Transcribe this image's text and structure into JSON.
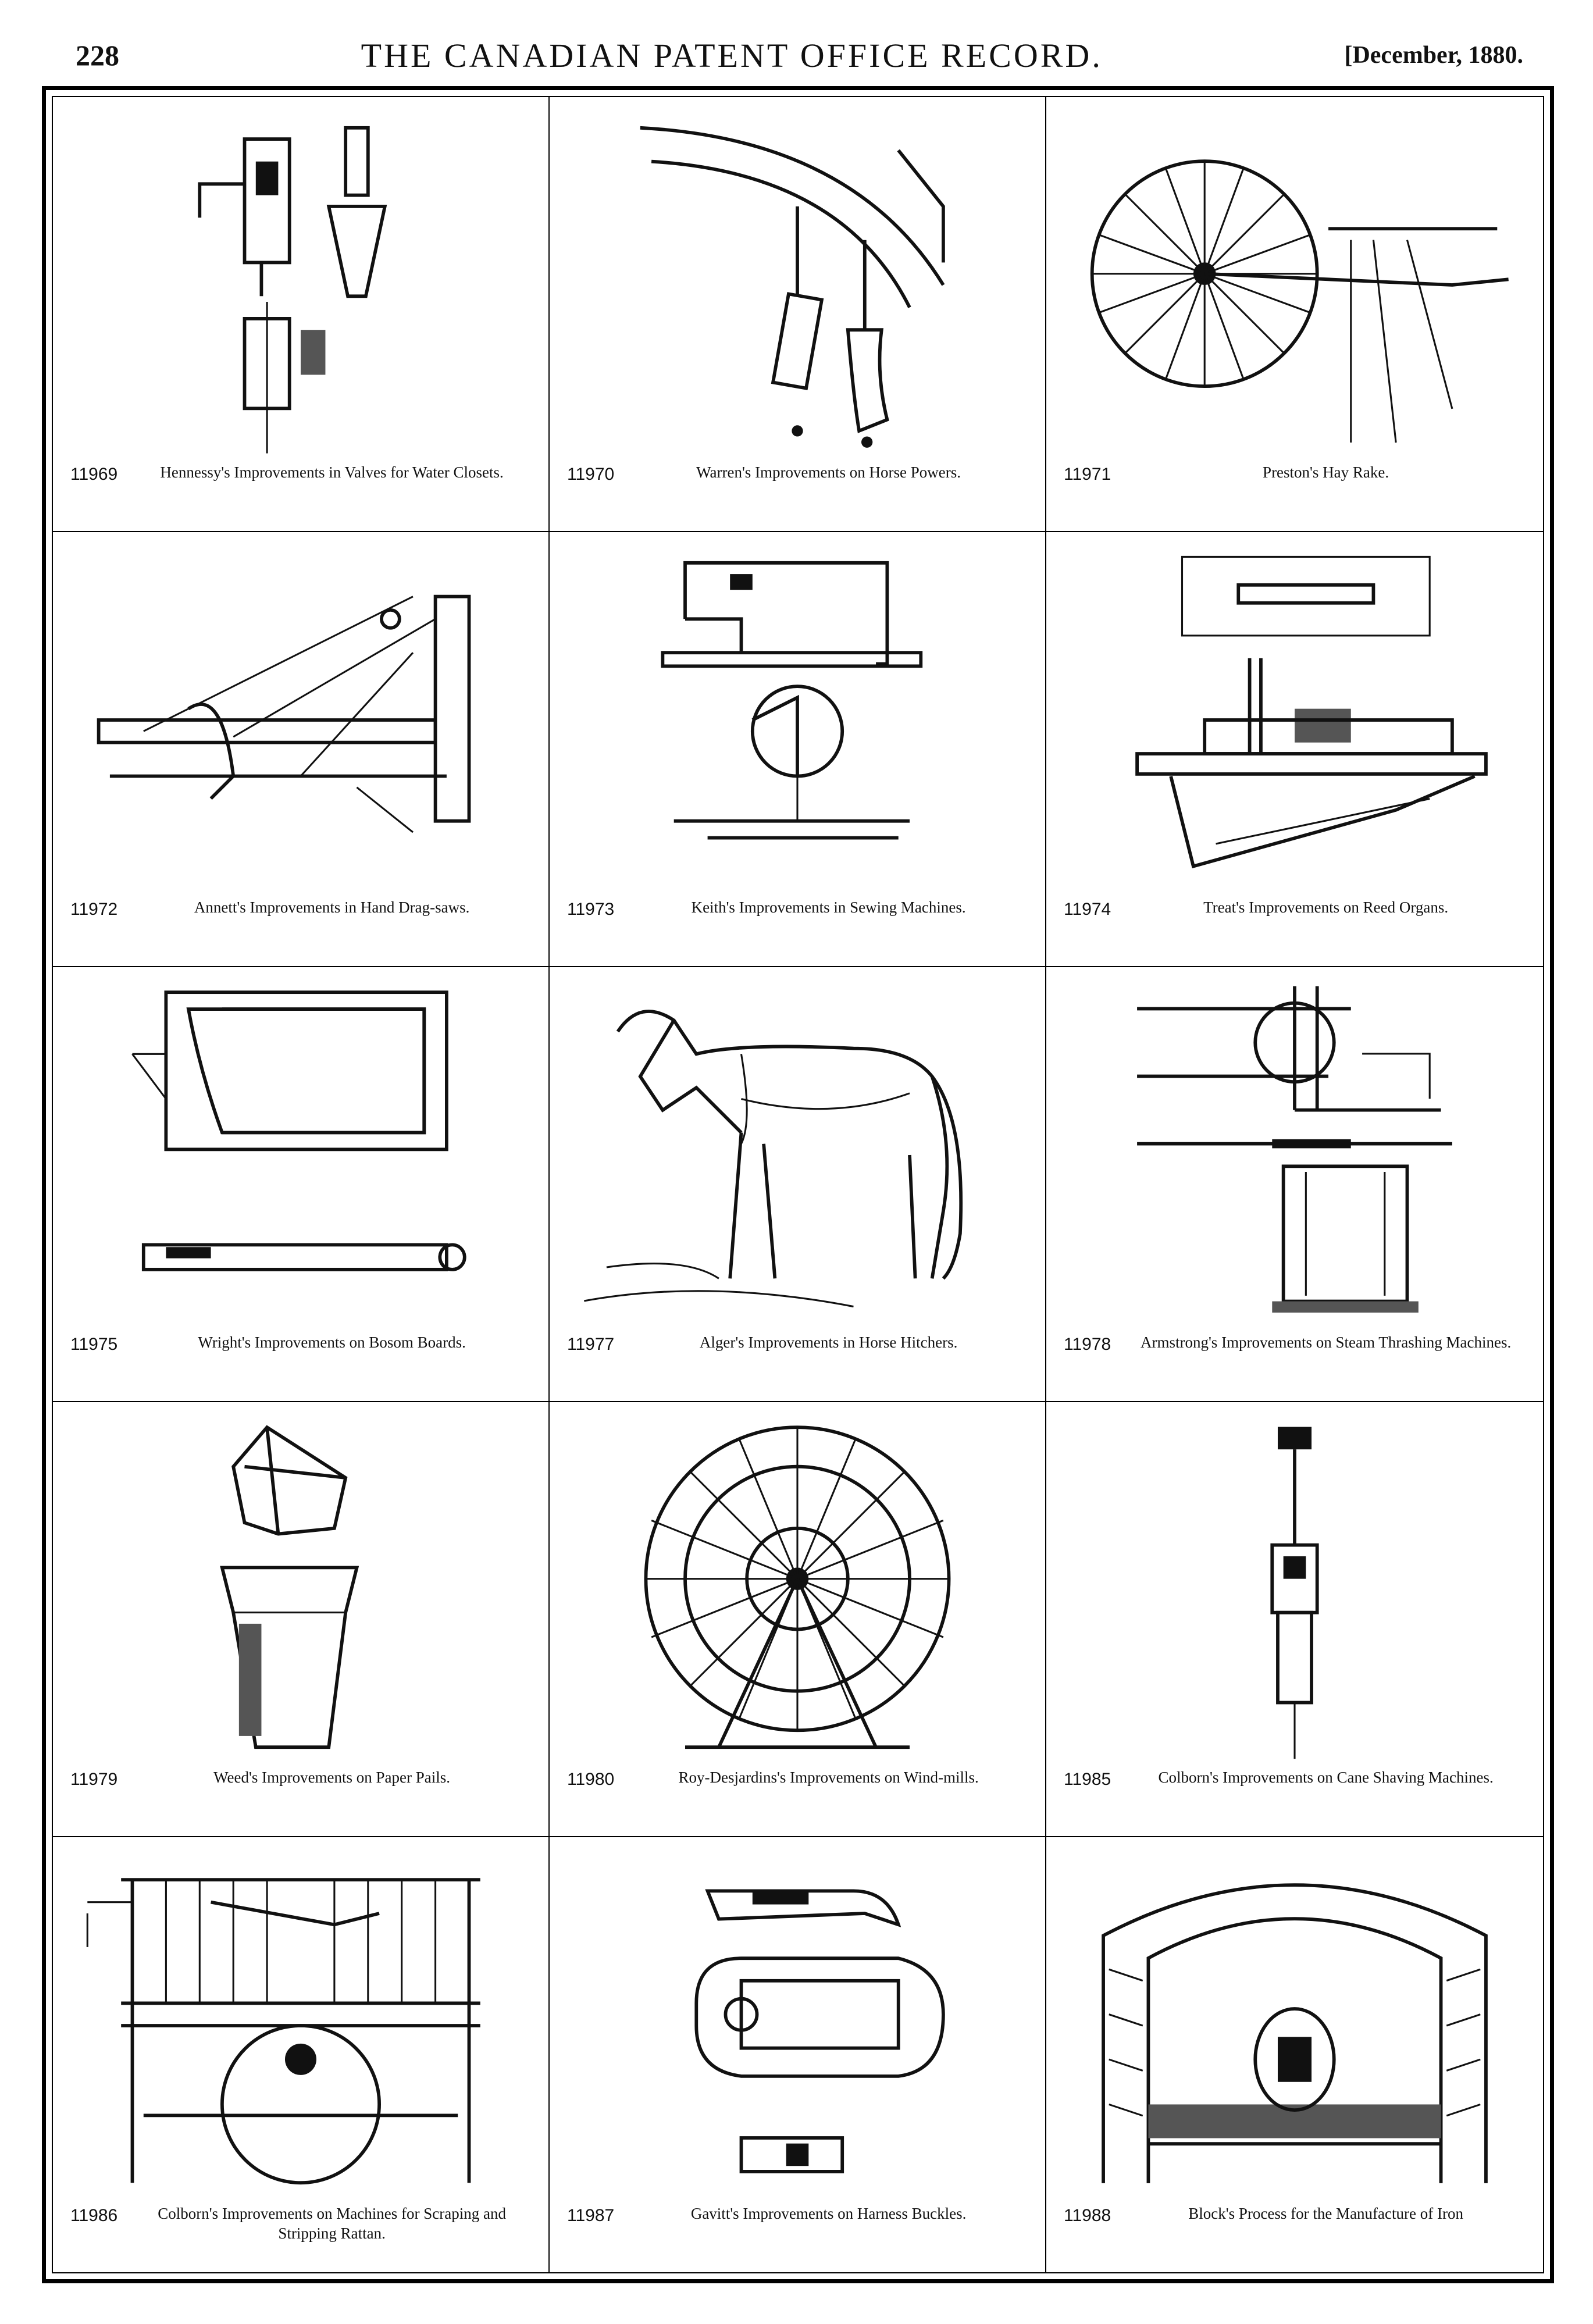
{
  "header": {
    "page_number": "228",
    "journal_title": "THE CANADIAN PATENT OFFICE RECORD.",
    "issue_date": "[December, 1880."
  },
  "entries": [
    {
      "number": "11969",
      "title": "Hennessy's Improvements in Valves for Water Closets.",
      "icon": "valve-drawing-icon"
    },
    {
      "number": "11970",
      "title": "Warren's Improvements on Horse Powers.",
      "icon": "horse-power-drawing-icon"
    },
    {
      "number": "11971",
      "title": "Preston's Hay Rake.",
      "icon": "hay-rake-drawing-icon"
    },
    {
      "number": "11972",
      "title": "Annett's Improvements in Hand Drag-saws.",
      "icon": "drag-saw-drawing-icon"
    },
    {
      "number": "11973",
      "title": "Keith's Improvements in Sewing Machines.",
      "icon": "sewing-machine-drawing-icon"
    },
    {
      "number": "11974",
      "title": "Treat's Improvements on Reed Organs.",
      "icon": "reed-organ-drawing-icon"
    },
    {
      "number": "11975",
      "title": "Wright's Improvements on Bosom Boards.",
      "icon": "bosom-board-drawing-icon"
    },
    {
      "number": "11977",
      "title": "Alger's Improvements in Horse Hitchers.",
      "icon": "horse-hitcher-drawing-icon"
    },
    {
      "number": "11978",
      "title": "Armstrong's Improvements on Steam Thrashing Machines.",
      "icon": "thrashing-machine-drawing-icon"
    },
    {
      "number": "11979",
      "title": "Weed's Improvements on Paper Pails.",
      "icon": "paper-pail-drawing-icon"
    },
    {
      "number": "11980",
      "title": "Roy-Desjardins's Improvements on Wind-mills.",
      "icon": "wind-mill-drawing-icon"
    },
    {
      "number": "11985",
      "title": "Colborn's Improvements on Cane Shaving Machines.",
      "icon": "cane-shaving-drawing-icon"
    },
    {
      "number": "11986",
      "title": "Colborn's Improvements on Machines for Scraping and Stripping Rattan.",
      "icon": "rattan-machine-drawing-icon"
    },
    {
      "number": "11987",
      "title": "Gavitt's Improvements on Harness Buckles.",
      "icon": "harness-buckle-drawing-icon"
    },
    {
      "number": "11988",
      "title": "Block's Process for the Manufacture of Iron",
      "icon": "iron-furnace-drawing-icon"
    }
  ]
}
